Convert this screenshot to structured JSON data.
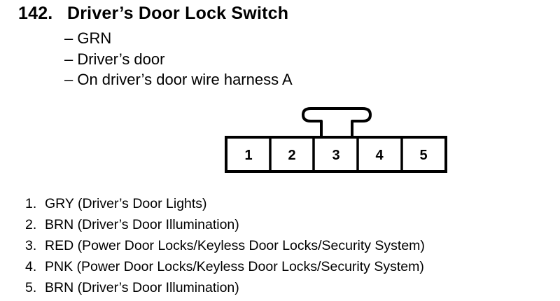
{
  "header": {
    "number": "142.",
    "title": "Driver’s Door Lock Switch"
  },
  "details": [
    "– GRN",
    "– Driver’s door",
    "– On driver’s door wire harness A"
  ],
  "connector": {
    "pins": [
      "1",
      "2",
      "3",
      "4",
      "5"
    ]
  },
  "wires": [
    {
      "num": "1.",
      "text": "GRY (Driver’s Door Lights)"
    },
    {
      "num": "2.",
      "text": "BRN (Driver’s Door Illumination)"
    },
    {
      "num": "3.",
      "text": "RED (Power Door Locks/Keyless Door Locks/Security System)"
    },
    {
      "num": "4.",
      "text": "PNK (Power Door Locks/Keyless Door Locks/Security System)"
    },
    {
      "num": "5.",
      "text": "BRN (Driver’s Door Illumination)"
    }
  ]
}
